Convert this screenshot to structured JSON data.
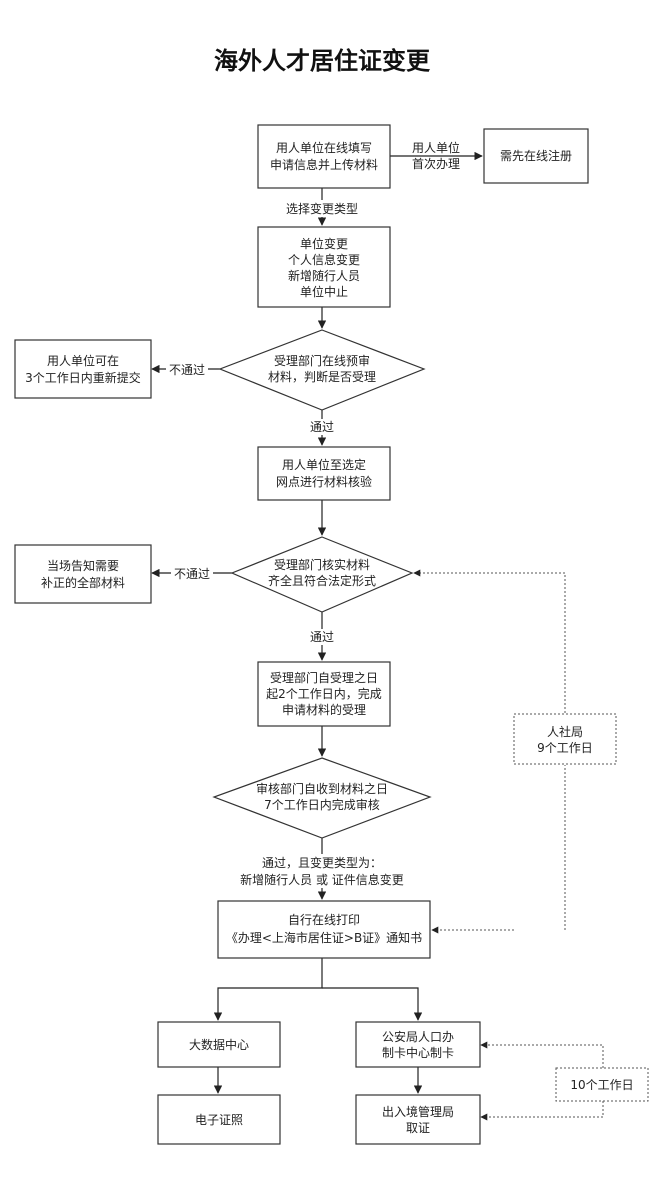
{
  "title": "海外人才居住证变更",
  "nodes": {
    "apply": [
      "用人单位在线填写",
      "申请信息并上传材料"
    ],
    "register": [
      "需先在线注册"
    ],
    "change_types": [
      "单位变更",
      "个人信息变更",
      "新增随行人员",
      "单位中止"
    ],
    "pre_review": [
      "受理部门在线预审",
      "材料，判断是否受理"
    ],
    "resubmit": [
      "用人单位可在",
      "3个工作日内重新提交"
    ],
    "site_check": [
      "用人单位至选定",
      "网点进行材料核验"
    ],
    "verify": [
      "受理部门核实材料",
      "齐全且符合法定形式"
    ],
    "notify_supplement": [
      "当场告知需要",
      "补正的全部材料"
    ],
    "accept": [
      "受理部门自受理之日",
      "起2个工作日内，完成",
      "申请材料的受理"
    ],
    "audit": [
      "审核部门自收到材料之日",
      "7个工作日内完成审核"
    ],
    "hr_bureau": [
      "人社局",
      "9个工作日"
    ],
    "print": [
      "自行在线打印",
      "《办理<上海市居住证>B证》通知书"
    ],
    "big_data": [
      "大数据中心"
    ],
    "police": [
      "公安局人口办",
      "制卡中心制卡"
    ],
    "e_cert": [
      "电子证照"
    ],
    "exit_entry": [
      "出入境管理局",
      "取证"
    ],
    "ten_days": [
      "10个工作日"
    ]
  },
  "labels": {
    "first_time": [
      "用人单位",
      "首次办理"
    ],
    "select_type": "选择变更类型",
    "fail1": "不通过",
    "pass1": "通过",
    "fail2": "不通过",
    "pass2": "通过",
    "pass_cond": [
      "通过，且变更类型为：",
      "新增随行人员  或  证件信息变更"
    ]
  }
}
